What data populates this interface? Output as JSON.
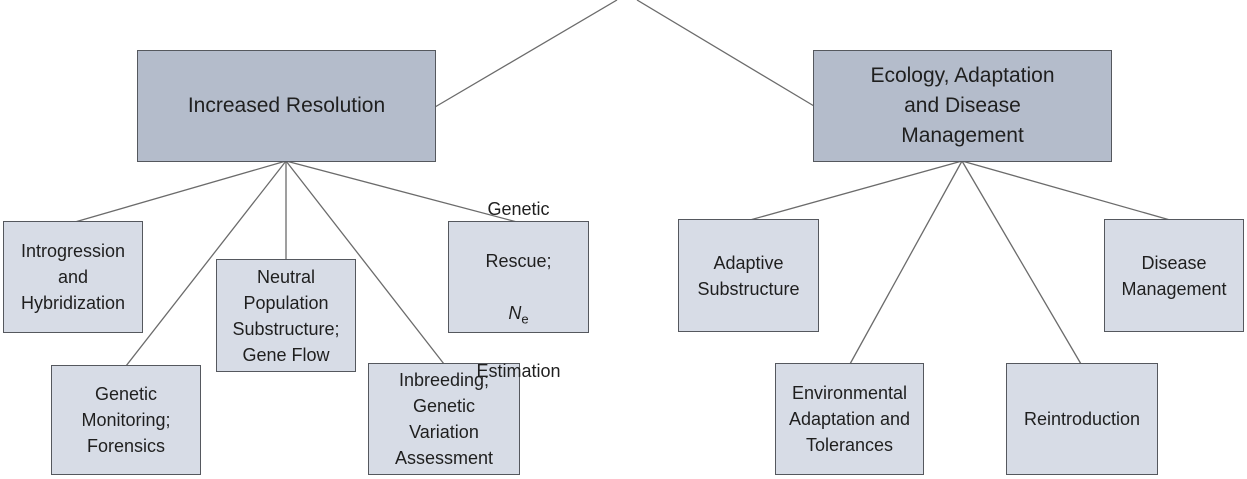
{
  "colors": {
    "primary_fill": "#b4bccb",
    "leaf_fill": "#d7dce6",
    "border": "#55585e",
    "line": "#6b6b6b"
  },
  "branches": {
    "increased_resolution": {
      "label": "Increased Resolution",
      "children": {
        "introgression": "Introgression\nand\nHybridization",
        "genetic_monitoring": "Genetic\nMonitoring;\nForensics",
        "neutral_population": "Neutral\nPopulation\nSubstructure;\nGene Flow",
        "inbreeding": "Inbreeding;\nGenetic\nVariation\nAssessment",
        "genetic_rescue": {
          "line1": "Genetic",
          "line2": "Rescue;",
          "ne_symbol": "N",
          "ne_subscript": "e",
          "line4": "Estimation"
        }
      }
    },
    "ecology": {
      "label": "Ecology, Adaptation\nand Disease\nManagement",
      "children": {
        "adaptive_substructure": "Adaptive\nSubstructure",
        "environmental_adaptation": "Environmental\nAdaptation and\nTolerances",
        "reintroduction": "Reintroduction",
        "disease_management": "Disease\nManagement"
      }
    }
  }
}
